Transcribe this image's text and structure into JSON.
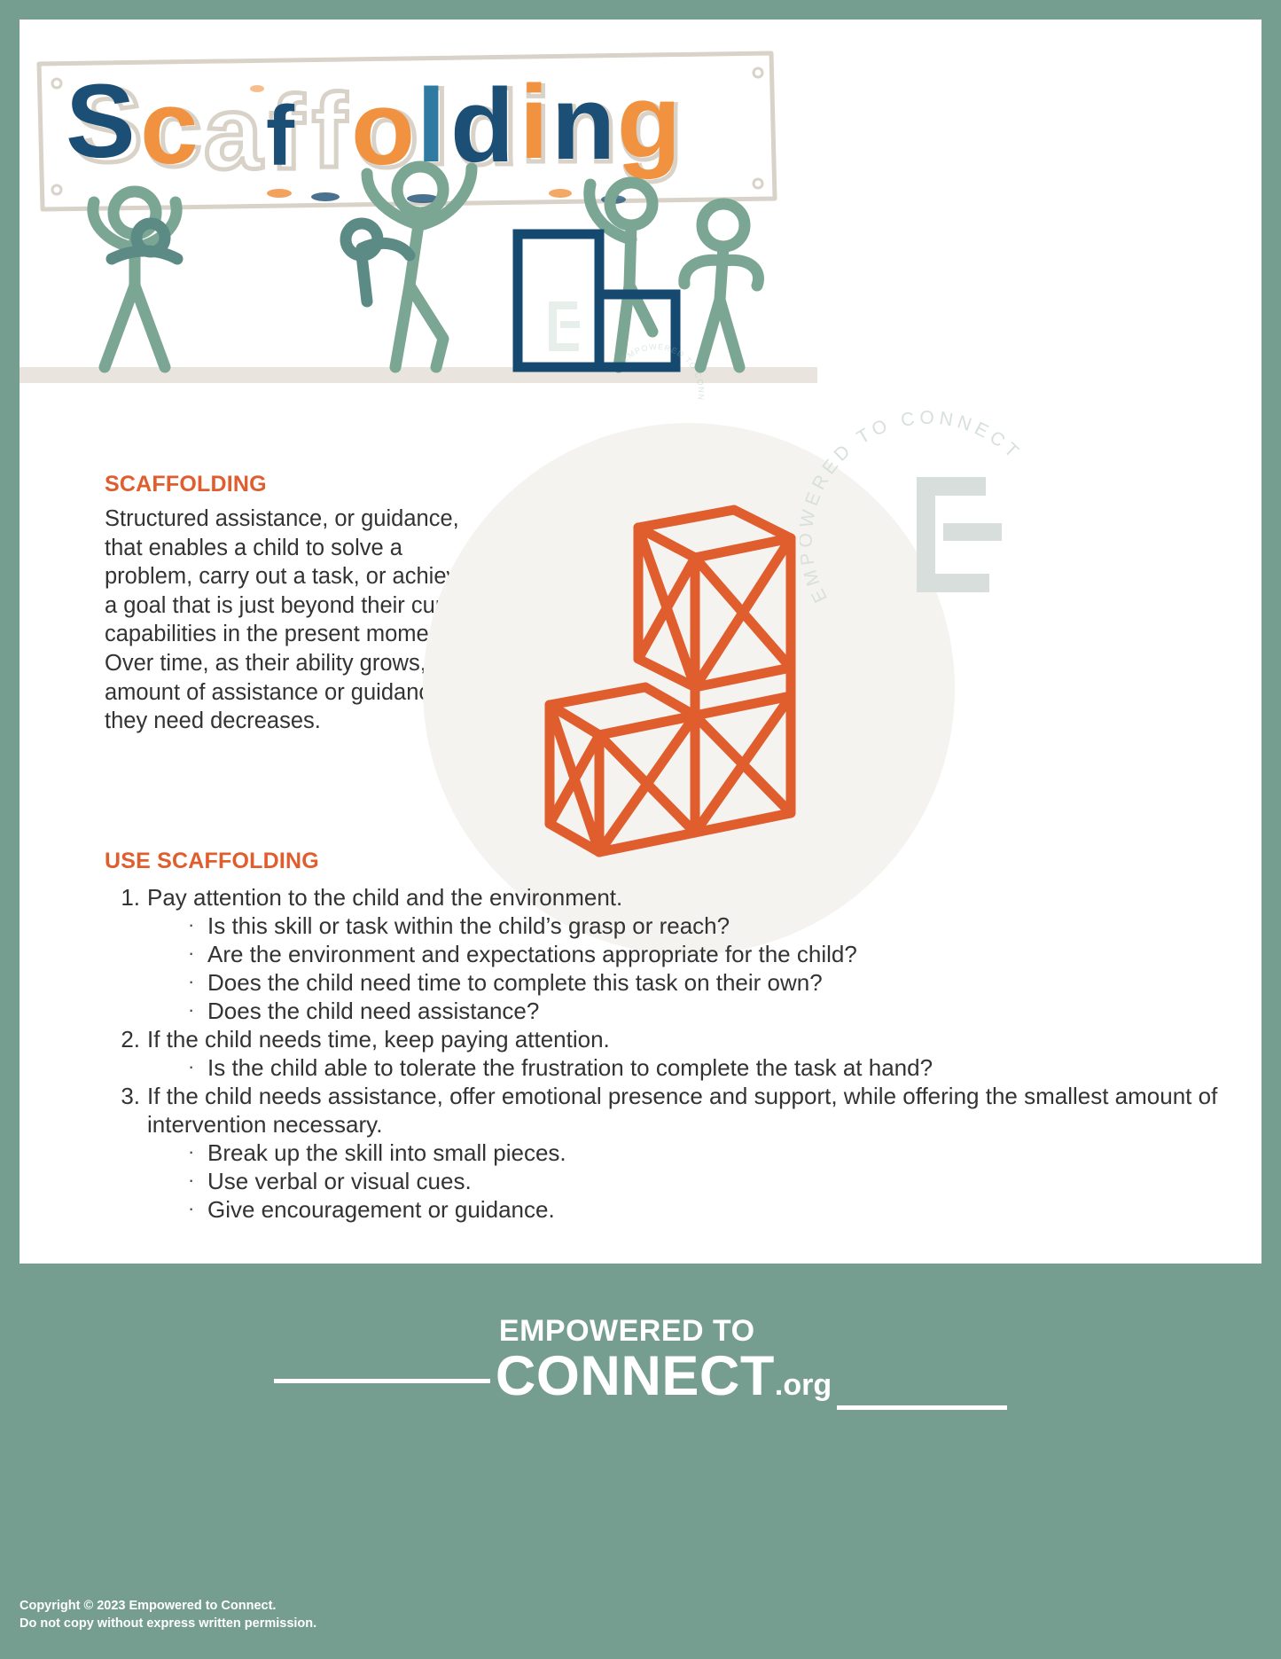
{
  "banner": {
    "title_text": "Scaffolding",
    "title_letters": [
      "S",
      "c",
      "a",
      "f",
      "f",
      "o",
      "l",
      "d",
      "i",
      "n",
      "g"
    ],
    "block_watermark_text": "EMPOWERED TO CONNECT",
    "block_watermark_letter": "E"
  },
  "definition": {
    "heading": "SCAFFOLDING",
    "body": "Structured assistance, or guidance, that enables a child to solve a problem, carry out a task, or achieve a goal that is just beyond their current capabilities in the present moment. Over time, as their ability grows, the amount of assistance or guidance they need decreases."
  },
  "watermark": {
    "arc_text": "EMPOWERED TO CONNECT",
    "letter": "E"
  },
  "use": {
    "heading": "USE SCAFFOLDING",
    "steps": [
      {
        "num": "1.",
        "text": "Pay attention to the child and the environment.",
        "subs": [
          "Is this skill or task within the child’s grasp or reach?",
          "Are the environment and expectations appropriate for the child?",
          "Does the child need time to complete this task on their own?",
          "Does the child need assistance?"
        ]
      },
      {
        "num": "2.",
        "text": "If the child needs time, keep paying attention.",
        "subs": [
          "Is the child able to tolerate the frustration to complete the task at hand?"
        ]
      },
      {
        "num": "3.",
        "text": "If the child needs assistance, offer emotional presence and support, while offering the smallest amount of intervention necessary.",
        "subs": [
          "Break up the skill into small pieces.",
          "Use verbal or visual cues.",
          "Give encouragement or guidance."
        ]
      }
    ],
    "bullet_glyph": "·"
  },
  "footer": {
    "brand_line1": "EMPOWERED TO",
    "brand_line2": "CONNECT",
    "brand_tld": ".org",
    "copyright_line1": "Copyright © 2023 Empowered to Connect.",
    "copyright_line2": "Do not copy without express written permission."
  },
  "colors": {
    "accent_orange": "#e05d2e",
    "brand_green": "#769e90",
    "navy": "#16496f",
    "figure_green": "#7ba694",
    "figure_teal": "#5b8b84",
    "circle_bg": "#f5f3f0",
    "banner_outline": "#d8d2c8",
    "text": "#333333"
  }
}
